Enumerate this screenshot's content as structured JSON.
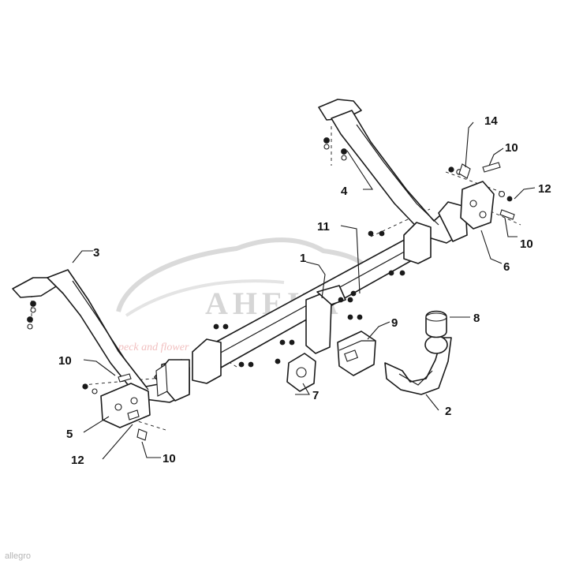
{
  "callouts": [
    {
      "id": "c1",
      "label": "1"
    },
    {
      "id": "c2",
      "label": "2"
    },
    {
      "id": "c3",
      "label": "3"
    },
    {
      "id": "c4",
      "label": "4"
    },
    {
      "id": "c5",
      "label": "5"
    },
    {
      "id": "c6",
      "label": "6"
    },
    {
      "id": "c7",
      "label": "7"
    },
    {
      "id": "c8",
      "label": "8"
    },
    {
      "id": "c9",
      "label": "9"
    },
    {
      "id": "c10a",
      "label": "10"
    },
    {
      "id": "c10b",
      "label": "10"
    },
    {
      "id": "c10c",
      "label": "10"
    },
    {
      "id": "c10d",
      "label": "10"
    },
    {
      "id": "c11",
      "label": "11"
    },
    {
      "id": "c12a",
      "label": "12"
    },
    {
      "id": "c12b",
      "label": "12"
    },
    {
      "id": "c14",
      "label": "14"
    }
  ],
  "watermark": {
    "text": "AHЕКА",
    "subtitle": "peck and flower"
  },
  "footer": {
    "logo_text": "allegro"
  }
}
